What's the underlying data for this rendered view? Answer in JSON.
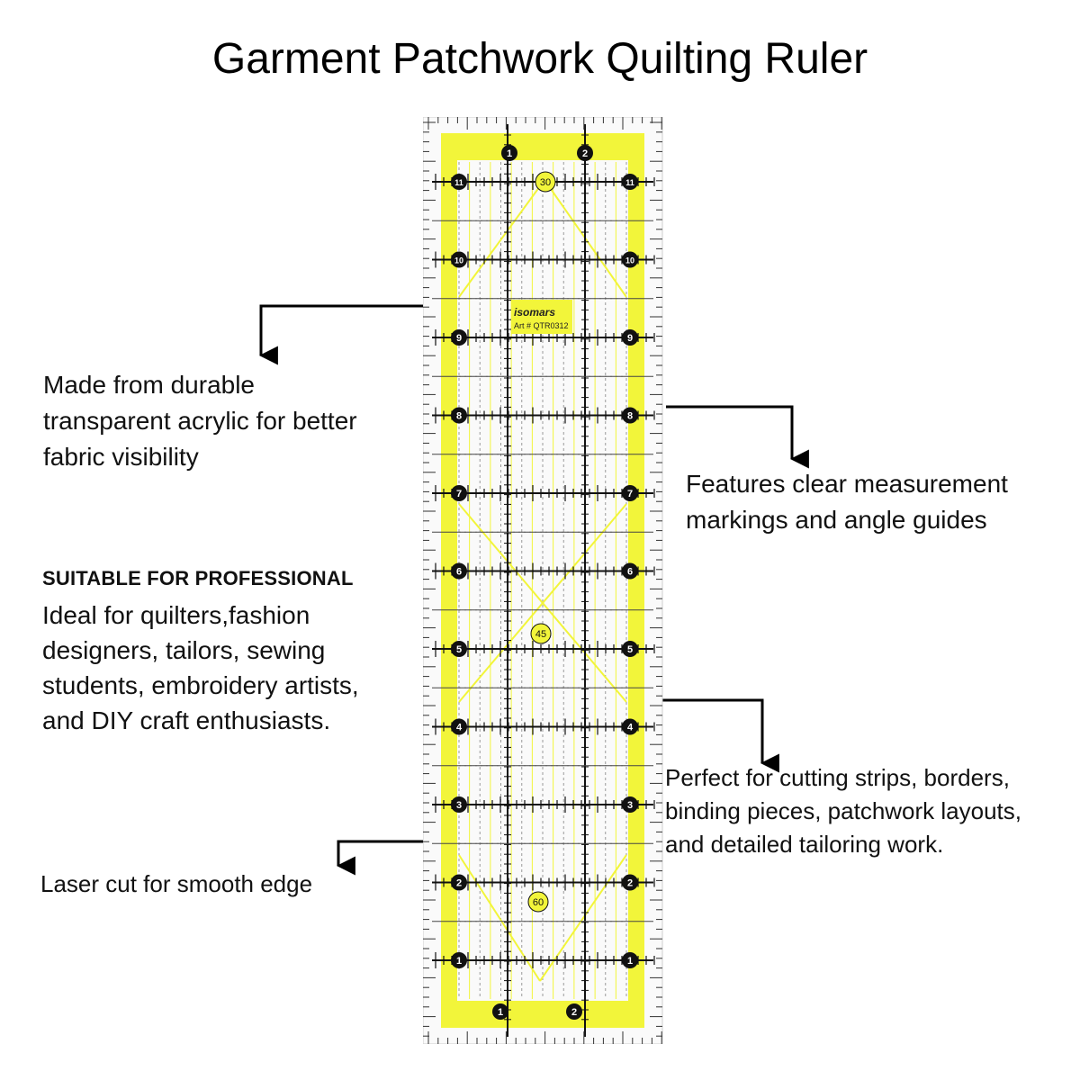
{
  "title": "Garment Patchwork Quilting Ruler",
  "callouts": {
    "acrylic": [
      "Made from durable",
      "transparent acrylic for better",
      "fabric visibility"
    ],
    "markings": [
      "Features clear measurement",
      "markings and angle guides"
    ],
    "professional_heading": "SUITABLE FOR PROFESSIONAL",
    "professional": [
      "Ideal for quilters,fashion",
      "designers, tailors, sewing",
      "students, embroidery artists,",
      "and DIY craft enthusiasts."
    ],
    "cutting": [
      "Perfect for cutting strips, borders,",
      "binding pieces, patchwork layouts,",
      "and detailed tailoring work."
    ],
    "laser": "Laser cut for smooth edge"
  },
  "ruler": {
    "brand": "isomars",
    "art_number": "Art # QTR0312",
    "row_numbers": [
      "11",
      "10",
      "9",
      "8",
      "7",
      "6",
      "5",
      "4",
      "3",
      "2",
      "1"
    ],
    "column_numbers": [
      "1",
      "2"
    ],
    "angles": [
      "30",
      "45",
      "60"
    ],
    "colors": {
      "accent": "#f2f53a",
      "lines": "#111111"
    }
  }
}
